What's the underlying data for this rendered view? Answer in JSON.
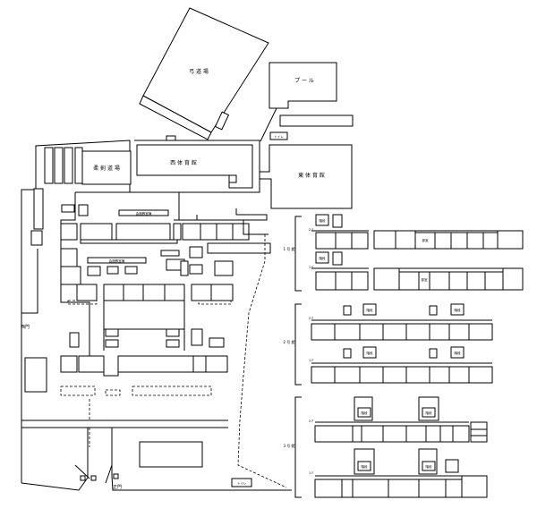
{
  "labels": {
    "archery": "弓 道 場",
    "pool": "プ ー ル",
    "judo": "柔 剣 道 場",
    "west_gym": "西 体 育 館",
    "east_gym": "東 体 育 館",
    "west_gate": "西門",
    "main_gate": "正門",
    "stair": "階段",
    "toilet": "トイレ",
    "club_rooms": "部室",
    "hall_a": "会館教室棟",
    "hall_b": "会館教室棟"
  },
  "building_groups": [
    {
      "name": "1 号 館"
    },
    {
      "name": "2 号 館"
    },
    {
      "name": "3 号 館"
    }
  ],
  "floors": {
    "top": "2 F",
    "bottom": "1 F"
  }
}
